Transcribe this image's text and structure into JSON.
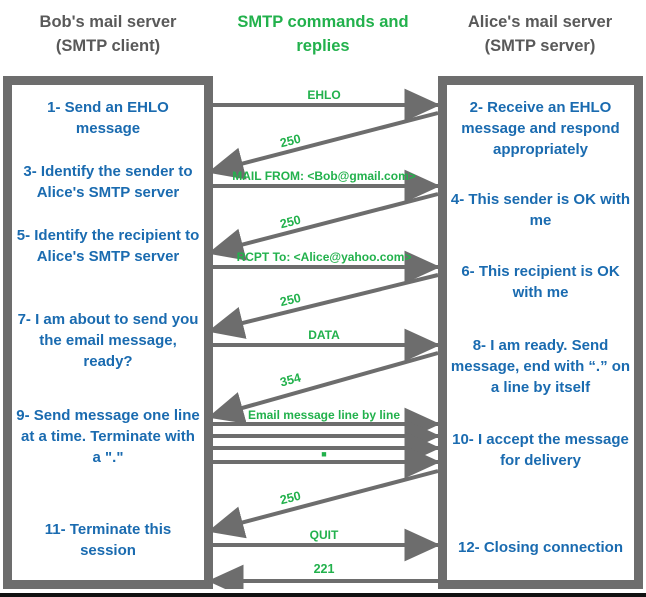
{
  "headers": {
    "left": "Bob's mail server\n(SMTP client)",
    "left_line1": "Bob's mail server",
    "left_line2": "(SMTP client)",
    "middle_line1": "SMTP commands and",
    "middle_line2": "replies",
    "right_line1": "Alice's mail server",
    "right_line2": "(SMTP server)"
  },
  "colors": {
    "green": "#22b14c",
    "blue": "#1a6bb0",
    "gray": "#6d6d6d",
    "header_gray": "#595959"
  },
  "client_steps": [
    {
      "id": "step-1",
      "text": "1- Send an EHLO message"
    },
    {
      "id": "step-3",
      "text": "3- Identify the sender to Alice's SMTP server"
    },
    {
      "id": "step-5",
      "text": "5- Identify\nthe recipient to Alice's SMTP server"
    },
    {
      "id": "step-7",
      "text": "7- I am about to send you the email message, ready?"
    },
    {
      "id": "step-9",
      "text": "9- Send message one line at a time. Terminate with a \".\""
    },
    {
      "id": "step-11",
      "text": "11- Terminate this session"
    }
  ],
  "server_steps": [
    {
      "id": "step-2",
      "text": "2- Receive an EHLO message and respond appropriately"
    },
    {
      "id": "step-4",
      "text": "4- This sender is OK with me"
    },
    {
      "id": "step-6",
      "text": "6- This recipient is OK with me"
    },
    {
      "id": "step-8",
      "text": "8-  I am ready. Send message, end with “.” on a line by itself"
    },
    {
      "id": "step-10",
      "text": "10-  I accept the message for delivery"
    },
    {
      "id": "step-12",
      "text": "12-  Closing connection"
    }
  ],
  "messages": [
    {
      "id": "msg-ehlo",
      "label": "EHLO",
      "direction": "client-to-server",
      "shape": "horizontal"
    },
    {
      "id": "msg-250-a",
      "label": "250",
      "direction": "server-to-client",
      "shape": "diagonal"
    },
    {
      "id": "msg-mailfrom",
      "label": "MAIL FROM: <Bob@gmail.com>",
      "direction": "client-to-server",
      "shape": "horizontal"
    },
    {
      "id": "msg-250-b",
      "label": "250",
      "direction": "server-to-client",
      "shape": "diagonal"
    },
    {
      "id": "msg-rcptto",
      "label": "RCPT To: <Alice@yahoo.com>",
      "direction": "client-to-server",
      "shape": "horizontal"
    },
    {
      "id": "msg-250-c",
      "label": "250",
      "direction": "server-to-client",
      "shape": "diagonal"
    },
    {
      "id": "msg-data",
      "label": "DATA",
      "direction": "client-to-server",
      "shape": "horizontal"
    },
    {
      "id": "msg-354",
      "label": "354",
      "direction": "server-to-client",
      "shape": "diagonal"
    },
    {
      "id": "msg-body",
      "label": "Email message line by line",
      "direction": "client-to-server",
      "shape": "horizontal-multi",
      "lines": 4
    },
    {
      "id": "msg-dot",
      "label": "■",
      "direction": "client-to-server",
      "shape": "marker"
    },
    {
      "id": "msg-250-d",
      "label": "250",
      "direction": "server-to-client",
      "shape": "diagonal"
    },
    {
      "id": "msg-quit",
      "label": "QUIT",
      "direction": "client-to-server",
      "shape": "horizontal"
    },
    {
      "id": "msg-221",
      "label": "221",
      "direction": "server-to-client",
      "shape": "horizontal"
    }
  ]
}
